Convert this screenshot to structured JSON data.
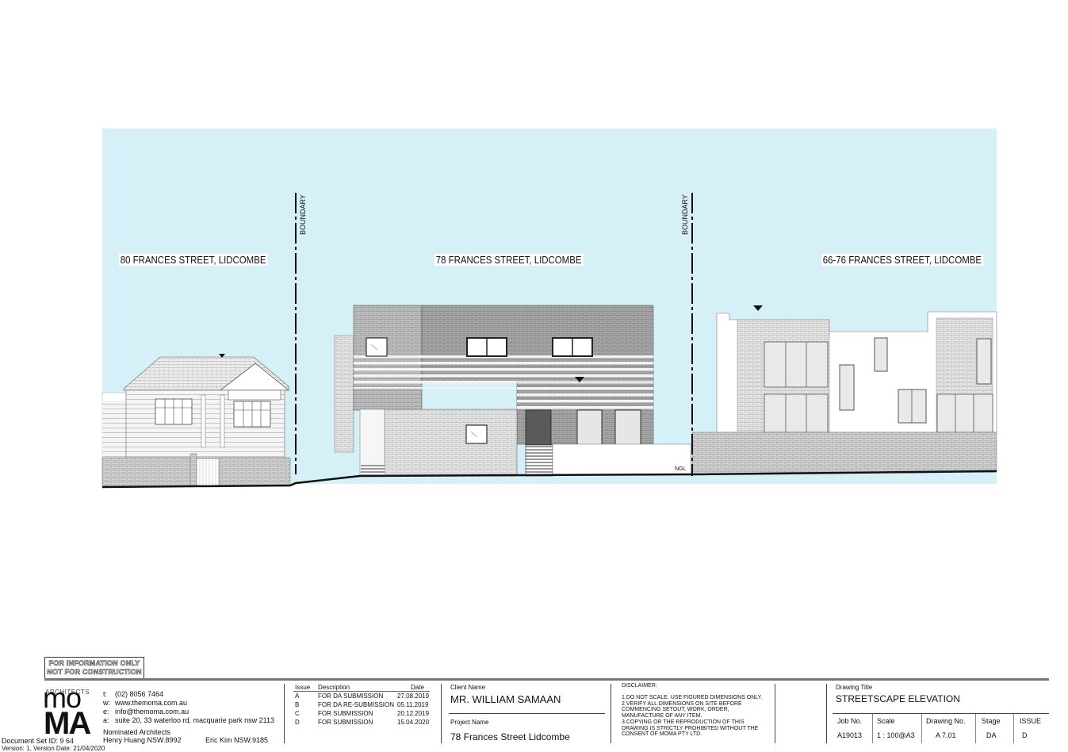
{
  "drawing": {
    "labels": {
      "left_property": "80 FRANCES STREET, LIDCOMBE",
      "center_property": "78 FRANCES STREET, LIDCOMBE",
      "right_property": "66-76 FRANCES STREET, LIDCOMBE",
      "boundary_left": "BOUNDARY",
      "boundary_right": "BOUNDARY",
      "ngl": "NGL"
    },
    "colors": {
      "sky": "#d6f0f8",
      "brick": "#c8c8c8",
      "dark_brick": "#9a9a9a",
      "mid_brick": "#b0b0b0",
      "light_brick": "#e2e2e2",
      "ground": "#111111"
    }
  },
  "stamp": {
    "line1": "FOR INFORMATION ONLY",
    "line2": "NOT FOR CONSTRUCTION"
  },
  "firm": {
    "logo_small": "ARCHITECTS",
    "logo_top": "mo",
    "logo_bottom": "MA",
    "phone_label": "t:",
    "phone": "(02) 8056 7464",
    "web_label": "w:",
    "web": "www.themoma.com.au",
    "email_label": "e:",
    "email": "info@themoma.com.au",
    "address_label": "a:",
    "address": "suite 20, 33 waterloo rd, macquarie park nsw 2113",
    "nominated": "Nominated Architects",
    "architect1": "Henry Huang  NSW.8992",
    "architect2": "Eric Kim  NSW.9185"
  },
  "doc_meta": {
    "set": "Document Set ID: 9   64",
    "version": "Version: 1, Version Date: 21/04/2020"
  },
  "issues": {
    "headers": {
      "issue": "Issue",
      "description": "Description",
      "date": "Date"
    },
    "rows": [
      {
        "issue": "A",
        "description": "FOR DA SUBMISSION",
        "date": "27.08.2019"
      },
      {
        "issue": "B",
        "description": "FOR DA RE-SUBMISSION",
        "date": "05.11.2019"
      },
      {
        "issue": "C",
        "description": "FOR SUBMISSION",
        "date": "20.12.2019"
      },
      {
        "issue": "D",
        "description": "FOR SUBMISSION",
        "date": "15.04.2020"
      }
    ]
  },
  "client": {
    "label": "Client Name",
    "name": "MR. WILLIAM SAMAAN",
    "project_label": "Project Name",
    "project": "78 Frances Street Lidcombe"
  },
  "disclaimer": {
    "title": "DISCLAIMER:",
    "lines": [
      "1.DO NOT SCALE. USE FIGURED DIMENSIONS ONLY.",
      "2.VERIFY ALL DIMENSIONS ON SITE BEFORE",
      "COMMENCING SETOUT, WORK, ORDER,",
      "MANUFACTURE OF ANY ITEM.",
      "3.COPYING OR THE REPRODUCTION OF THIS",
      "DRAWING IS STRICTLY PROHIBITED WITHOUT THE",
      "CONSENT OF MOMA PTY LTD."
    ]
  },
  "drawing_info": {
    "title_label": "Drawing Title",
    "title": "STREETSCAPE ELEVATION",
    "job_label": "Job No.",
    "job": "A19013",
    "scale_label": "Scale",
    "scale": "1 : 100@A3",
    "drawing_no_label": "Drawing No.",
    "drawing_no": "A 7.01",
    "stage_label": "Stage",
    "stage": "DA",
    "issue_label": "ISSUE",
    "issue": "D"
  }
}
